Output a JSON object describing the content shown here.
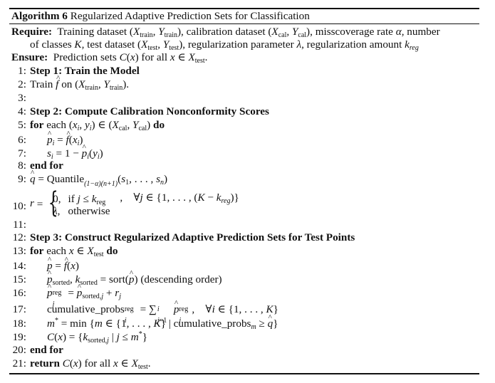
{
  "algorithm": {
    "label": "Algorithm 6",
    "title": "Regularized Adaptive Prediction Sets for Classification",
    "require_label": "Require:",
    "require_text_1": "Training dataset (X",
    "require_line1": "Training dataset (X_train, Y_train), calibration dataset (X_cal, Y_cal), misscoverage rate α, number",
    "require_line2": "of classes K, test dataset (X_test, Y_test), regularization parameter λ, regularization amount k_reg",
    "ensure_label": "Ensure:",
    "ensure_text": "Prediction sets C(x) for all x ∈ X_test.",
    "lines": [
      {
        "n": "1:",
        "text": "Step 1: Train the Model"
      },
      {
        "n": "2:",
        "text": "Train f̂ on (X_train, Y_train)."
      },
      {
        "n": "3:",
        "text": ""
      },
      {
        "n": "4:",
        "text": "Step 2: Compute Calibration Nonconformity Scores"
      },
      {
        "n": "5:",
        "text": "for each (x_i, y_i) ∈ (X_cal, Y_cal) do"
      },
      {
        "n": "6:",
        "text": "p̂_i = f̂(x_i)"
      },
      {
        "n": "7:",
        "text": "s_i = 1 − p̂_i(y_i)"
      },
      {
        "n": "8:",
        "text": "end for"
      },
      {
        "n": "9:",
        "text": "q̂ = Quantile_(1−α)(n+1)(s_1, . . . , s_n)"
      },
      {
        "n": "10:",
        "text": "r = {0, if j ≤ k_reg; λ, otherwise}, ∀j ∈ {1, . . . , (K − k_reg)}"
      },
      {
        "n": "11:",
        "text": ""
      },
      {
        "n": "12:",
        "text": "Step 3: Construct Regularized Adaptive Prediction Sets for Test Points"
      },
      {
        "n": "13:",
        "text": "for each x ∈ X_test do"
      },
      {
        "n": "14:",
        "text": "p̂ = f̂(x)"
      },
      {
        "n": "15:",
        "text": "p̂_sorted, k_sorted = sort(p̂) (descending order)"
      },
      {
        "n": "16:",
        "text": "p̂_j^reg = p̂_sorted,j + r_j"
      },
      {
        "n": "17:",
        "text": "cumulative_probs_i^reg = Σ_{j=1}^{i} p̂_j^reg, ∀i ∈ {1, . . . , K}"
      },
      {
        "n": "18:",
        "text": "m* = min {m ∈ {1, . . . , K} | cumulative_probs_m ≥ q̂}"
      },
      {
        "n": "19:",
        "text": "C(x) = {k_sorted,j | j ≤ m*}"
      },
      {
        "n": "20:",
        "text": "end for"
      },
      {
        "n": "21:",
        "text": "return C(x) for all x ∈ X_test."
      }
    ],
    "words": {
      "train": "train",
      "cal": "cal",
      "test": "test",
      "reg": "reg",
      "sorted": "sorted",
      "step1": "Step 1: Train the Model",
      "step2": "Step 2: Compute Calibration Nonconformity Scores",
      "step3": "Step 3: Construct Regularized Adaptive Prediction Sets for Test Points",
      "for": "for",
      "each": "each",
      "do": "do",
      "end_for": "end for",
      "return": "return",
      "quantile": "Quantile",
      "otherwise": "otherwise",
      "if": "if",
      "sort": "sort",
      "descending": "(descending order)",
      "cumprobs": "cumulative_probs",
      "min": "min",
      "for_all": "for all",
      "train_word": "Train",
      "on": "on"
    }
  }
}
